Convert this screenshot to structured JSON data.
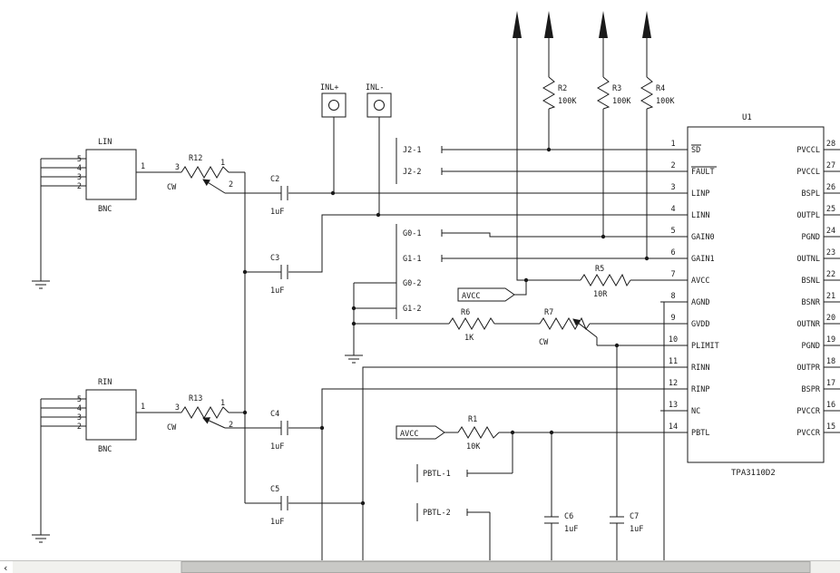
{
  "ic": {
    "ref": "U1",
    "part": "TPA3110D2",
    "left_pins": [
      {
        "num": "1",
        "name": "SD"
      },
      {
        "num": "2",
        "name": "FAULT"
      },
      {
        "num": "3",
        "name": "LINP"
      },
      {
        "num": "4",
        "name": "LINN"
      },
      {
        "num": "5",
        "name": "GAIN0"
      },
      {
        "num": "6",
        "name": "GAIN1"
      },
      {
        "num": "7",
        "name": "AVCC"
      },
      {
        "num": "8",
        "name": "AGND"
      },
      {
        "num": "9",
        "name": "GVDD"
      },
      {
        "num": "10",
        "name": "PLIMIT"
      },
      {
        "num": "11",
        "name": "RINN"
      },
      {
        "num": "12",
        "name": "RINP"
      },
      {
        "num": "13",
        "name": "NC"
      },
      {
        "num": "14",
        "name": "PBTL"
      }
    ],
    "right_pins": [
      {
        "num": "28",
        "name": "PVCCL"
      },
      {
        "num": "27",
        "name": "PVCCL"
      },
      {
        "num": "26",
        "name": "BSPL"
      },
      {
        "num": "25",
        "name": "OUTPL"
      },
      {
        "num": "24",
        "name": "PGND"
      },
      {
        "num": "23",
        "name": "OUTNL"
      },
      {
        "num": "22",
        "name": "BSNL"
      },
      {
        "num": "21",
        "name": "BSNR"
      },
      {
        "num": "20",
        "name": "OUTNR"
      },
      {
        "num": "19",
        "name": "PGND"
      },
      {
        "num": "18",
        "name": "OUTPR"
      },
      {
        "num": "17",
        "name": "BSPR"
      },
      {
        "num": "16",
        "name": "PVCCR"
      },
      {
        "num": "15",
        "name": "PVCCR"
      }
    ]
  },
  "resistors": {
    "r1": {
      "ref": "R1",
      "value": "10K"
    },
    "r2": {
      "ref": "R2",
      "value": "100K"
    },
    "r3": {
      "ref": "R3",
      "value": "100K"
    },
    "r4": {
      "ref": "R4",
      "value": "100K"
    },
    "r5": {
      "ref": "R5",
      "value": "10R"
    },
    "r6": {
      "ref": "R6",
      "value": "1K"
    },
    "r7": {
      "ref": "R7"
    },
    "r12": {
      "ref": "R12"
    },
    "r13": {
      "ref": "R13"
    }
  },
  "capacitors": {
    "c2": {
      "ref": "C2",
      "value": "1uF"
    },
    "c3": {
      "ref": "C3",
      "value": "1uF"
    },
    "c4": {
      "ref": "C4",
      "value": "1uF"
    },
    "c5": {
      "ref": "C5",
      "value": "1uF"
    },
    "c6": {
      "ref": "C6",
      "value": "1uF"
    },
    "c7": {
      "ref": "C7",
      "value": "1uF"
    }
  },
  "pot": {
    "t1": "1",
    "t2": "2",
    "t3": "3",
    "cw": "CW"
  },
  "connectors": {
    "lin": {
      "label": "LIN",
      "type": "BNC",
      "pins": [
        "5",
        "4",
        "3",
        "2"
      ],
      "signal": "1"
    },
    "rin": {
      "label": "RIN",
      "type": "BNC",
      "pins": [
        "5",
        "4",
        "3",
        "2"
      ],
      "signal": "1"
    },
    "j2": {
      "items": [
        "J2-1",
        "J2-2"
      ]
    },
    "gain": {
      "items": [
        "G0-1",
        "G1-1",
        "G0-2",
        "G1-2"
      ]
    },
    "pbtl": {
      "items": [
        "PBTL-1",
        "PBTL-2"
      ]
    },
    "testpoints": {
      "inl_plus": "INL+",
      "inl_minus": "INL-"
    }
  },
  "nets": {
    "avcc": "AVCC"
  },
  "ui": {
    "scroll_left_glyph": "‹"
  }
}
